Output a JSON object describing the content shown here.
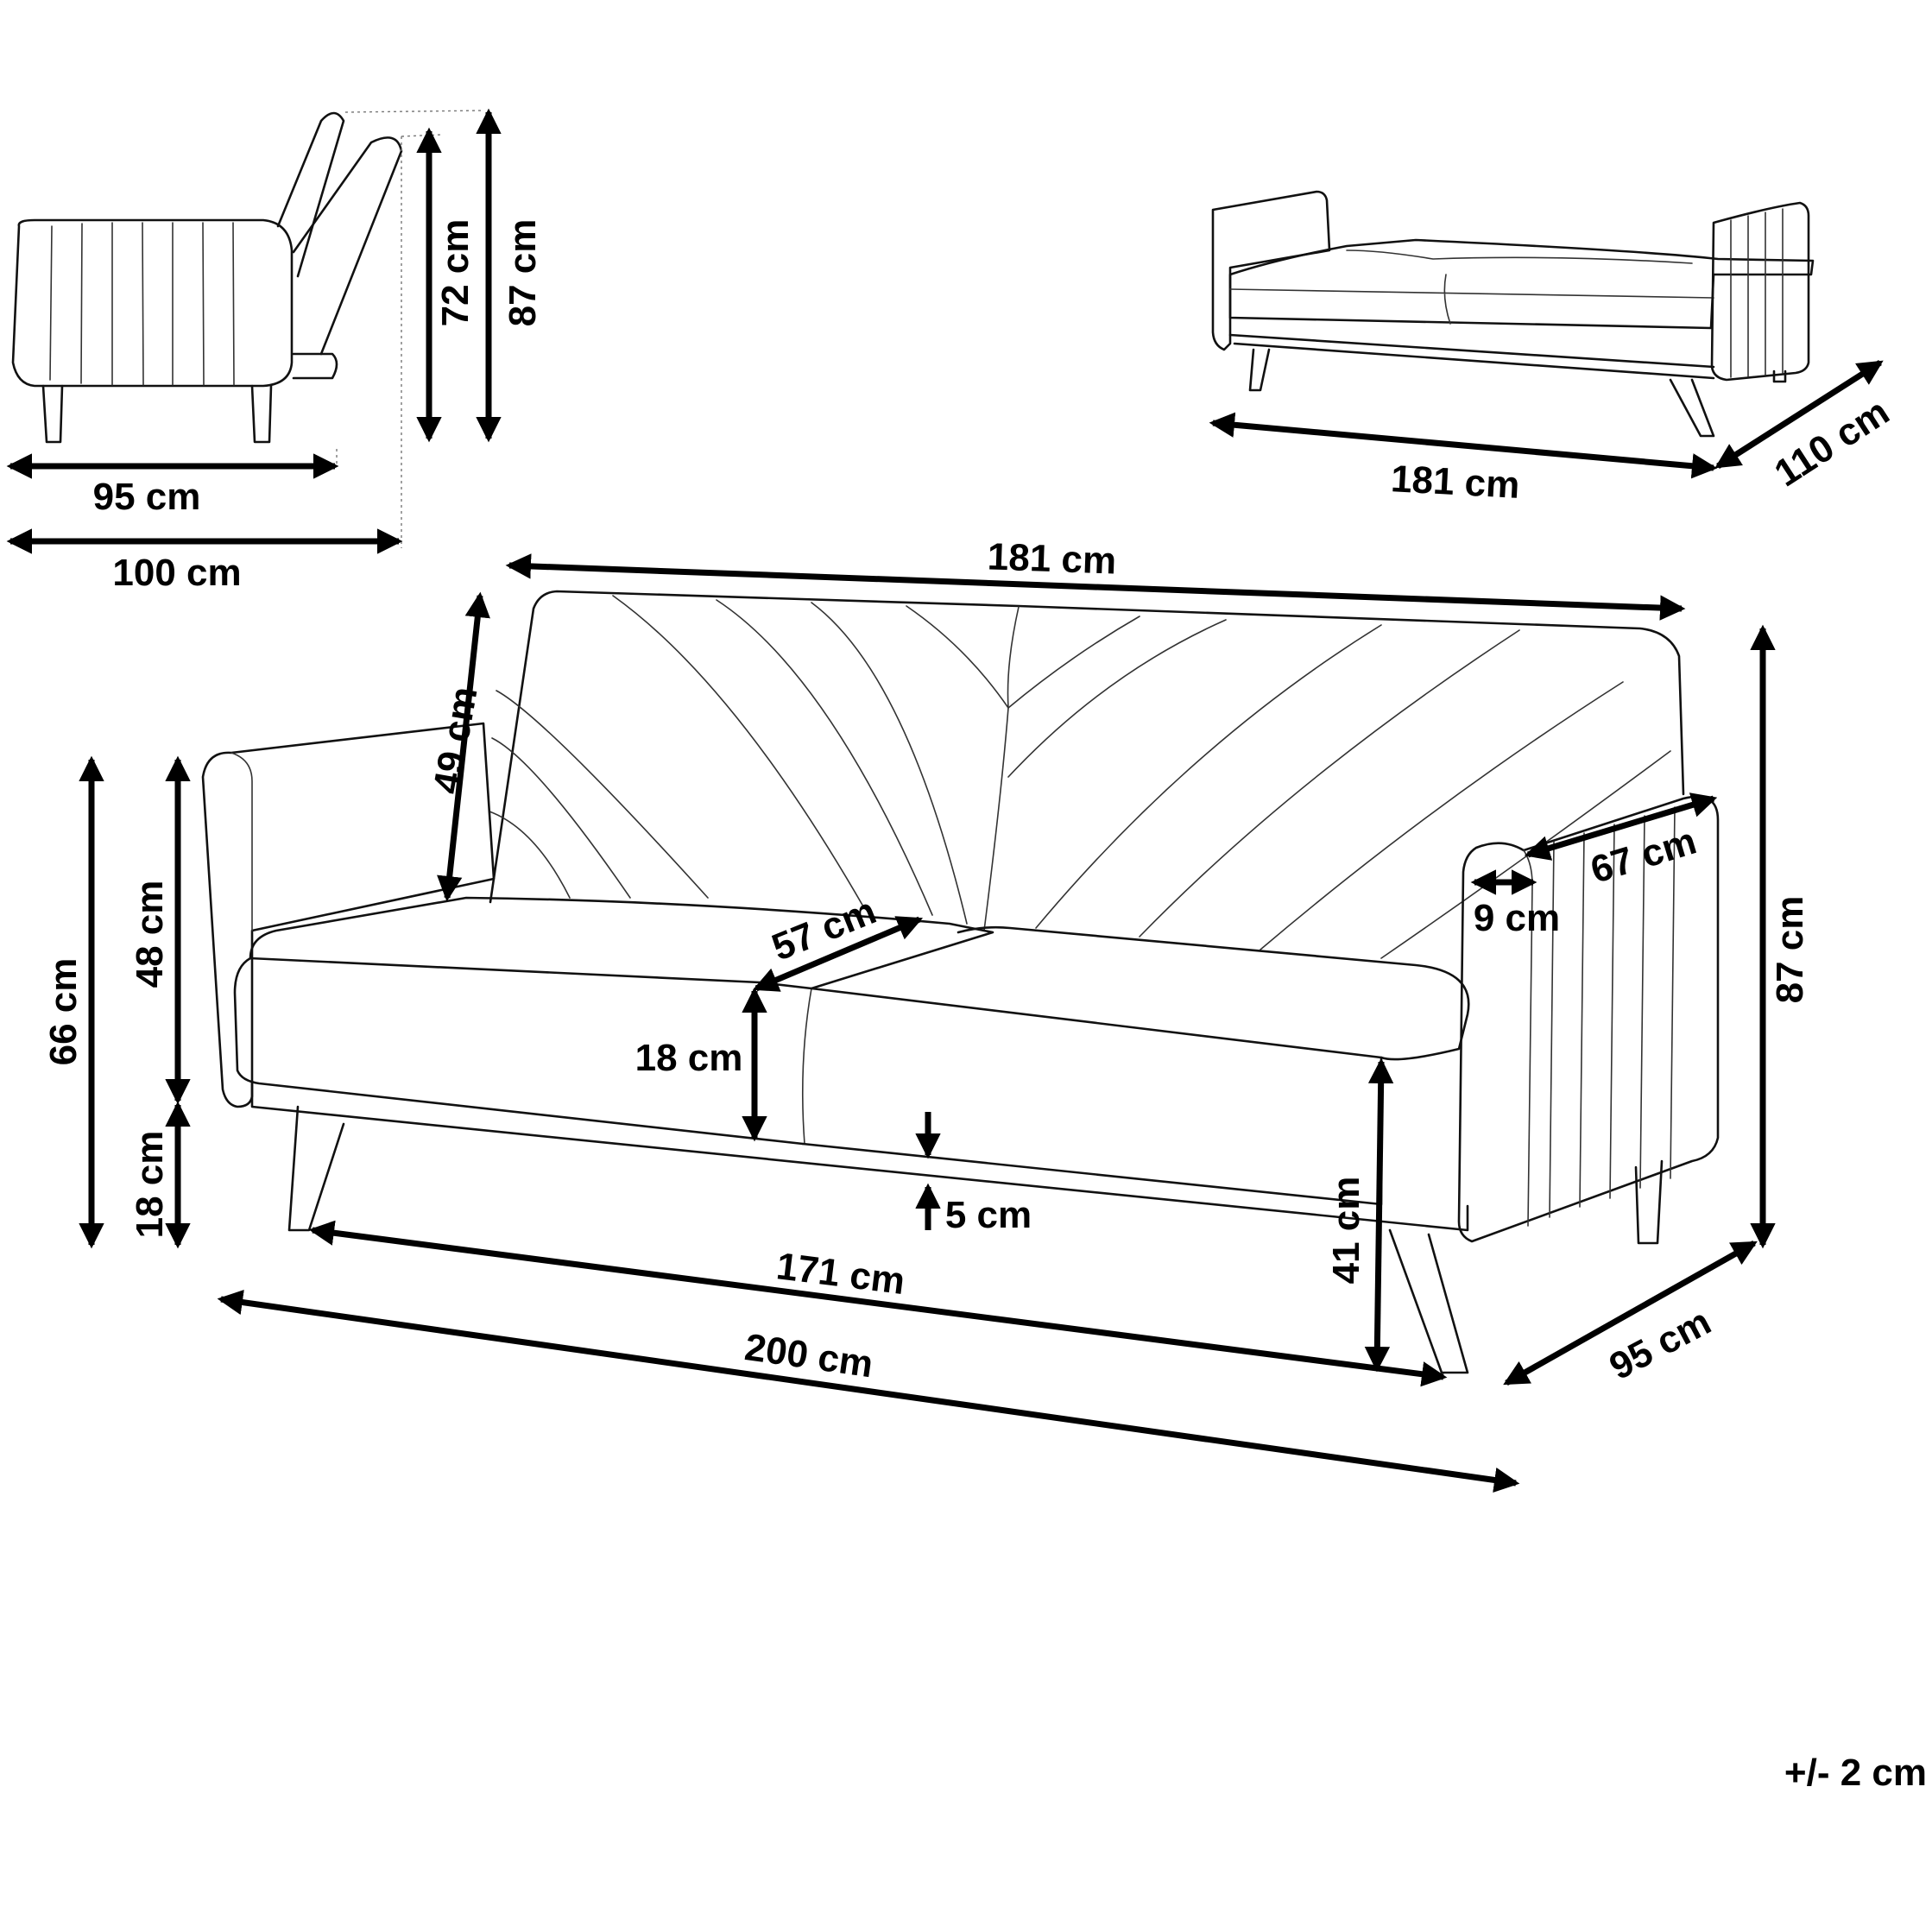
{
  "tolerance": "+/- 2 cm",
  "side_view": {
    "depth": "95 cm",
    "reclined_depth": "100 cm",
    "seat_to_top": "72 cm",
    "total_height": "87 cm"
  },
  "bed_view": {
    "width": "181 cm",
    "depth": "110 cm"
  },
  "front_view": {
    "back_width": "181 cm",
    "back_height": "49 cm",
    "armrest_height": "66 cm",
    "arm_to_floor_upper": "48 cm",
    "leg_height": "18 cm",
    "seat_depth": "57 cm",
    "cushion_thickness": "18 cm",
    "gap": "5 cm",
    "inner_width": "171 cm",
    "overall_width": "200 cm",
    "seat_height": "41 cm",
    "arm_depth": "67 cm",
    "arm_width": "9 cm",
    "total_height": "87 cm",
    "overall_depth": "95 cm"
  }
}
